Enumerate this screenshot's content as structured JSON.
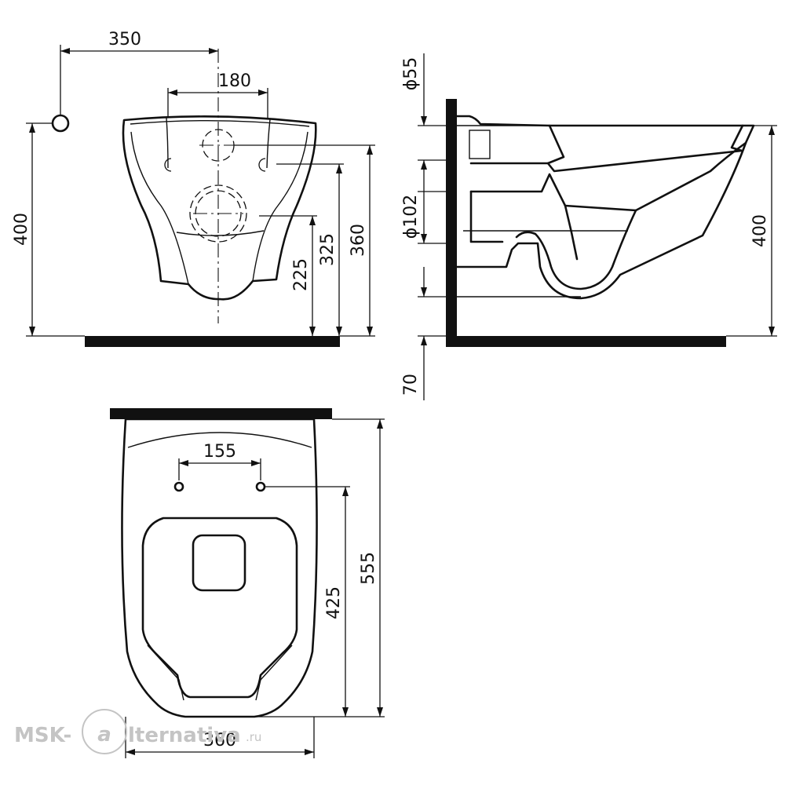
{
  "front_view": {
    "dim_width_to_pipe": "350",
    "dim_bolt_spacing": "180",
    "dim_pipe_height": "400",
    "dim_height_225": "225",
    "dim_height_325": "325",
    "dim_height_360": "360"
  },
  "side_view": {
    "dim_inlet_diameter": "ϕ55",
    "dim_outlet_diameter": "ϕ102",
    "dim_rim_height": "400",
    "dim_floor_offset": "70"
  },
  "top_view": {
    "dim_hole_spacing": "155",
    "dim_hole_to_front": "425",
    "dim_depth": "555",
    "dim_width": "360"
  },
  "watermark": {
    "prefix": "MSK-",
    "glyph": "a",
    "suffix": "lternativa",
    "tld": ".ru"
  }
}
